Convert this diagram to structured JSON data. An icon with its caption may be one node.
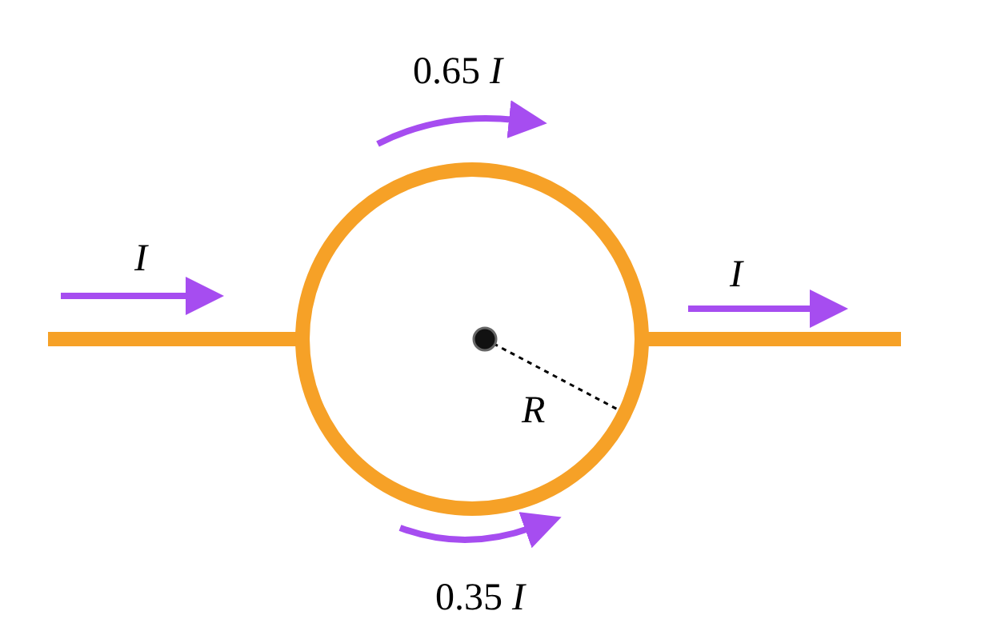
{
  "diagram": {
    "labels": [
      "0.65 *I*",
      "I",
      "I",
      "R",
      "0.35 *I*"
    ]
  }
}
